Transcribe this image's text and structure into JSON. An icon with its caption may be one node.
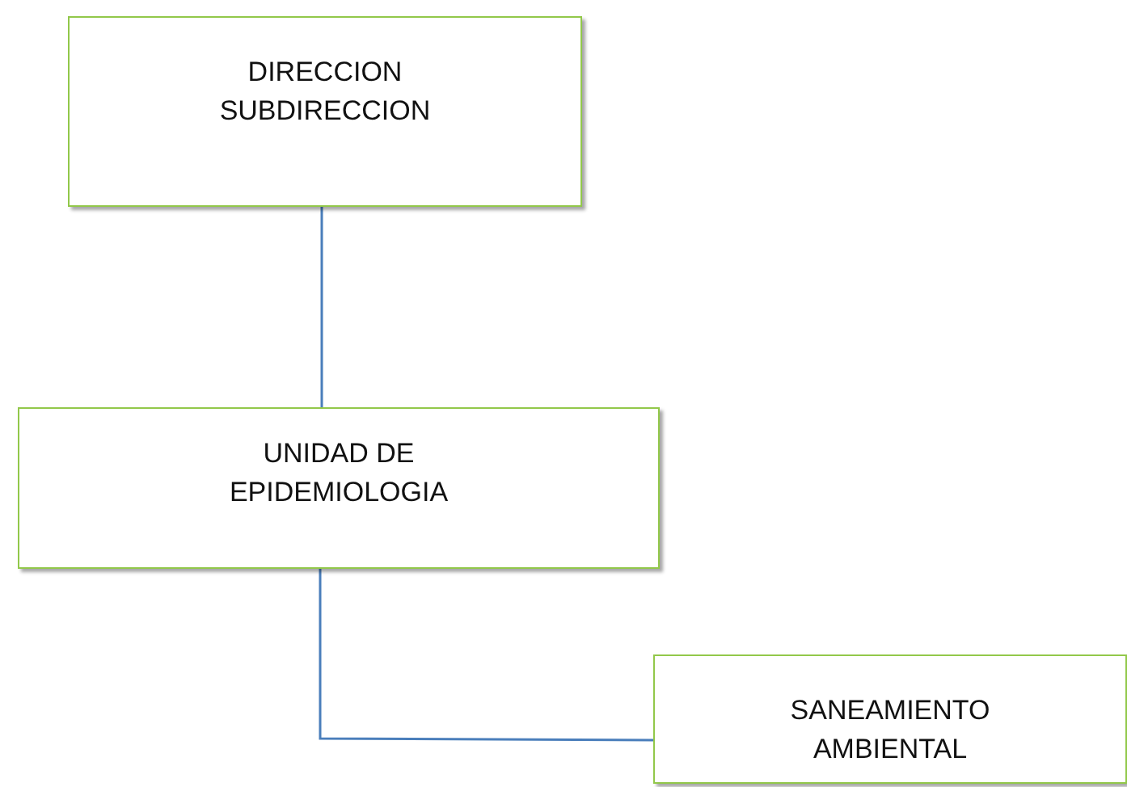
{
  "diagram": {
    "nodes": [
      {
        "text": [
          "DIRECCION SUBDIRECCION"
        ]
      },
      {
        "text": [
          "UNIDAD DE EPIDEMIOLOGIA"
        ]
      },
      {
        "text": [
          "SANEAMIENTO AMBIENTAL"
        ]
      }
    ],
    "edges": [
      {
        "from": 0,
        "to": 1,
        "arrow": "none"
      },
      {
        "from": 1,
        "to": 2,
        "arrow": "none"
      }
    ]
  }
}
